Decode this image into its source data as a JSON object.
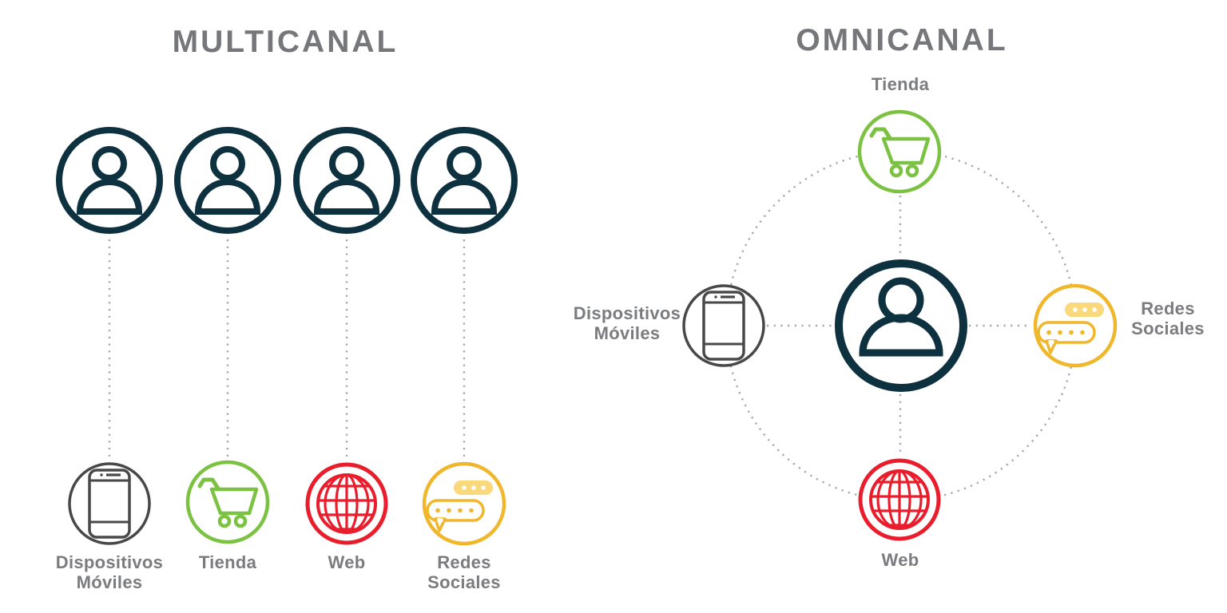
{
  "colors": {
    "background": "#ffffff",
    "navy": "#0e3140",
    "green": "#7cc242",
    "red": "#ea1d2c",
    "yellow": "#f1b72b",
    "yellow-light": "#f9d97c",
    "gray-icon": "#48484a",
    "gray-dotted": "#a5a7aa",
    "gray-text": "#7b7c7f",
    "gray-title": "#76777a"
  },
  "left": {
    "title": "MULTICANAL",
    "users_count": "4",
    "channels": [
      {
        "name": "dispositivos-moviles",
        "icon": "mobile-phone-icon",
        "lines": [
          "Dispositivos",
          "Móviles"
        ]
      },
      {
        "name": "tienda",
        "icon": "shopping-cart-icon",
        "lines": [
          "Tienda"
        ]
      },
      {
        "name": "web",
        "icon": "globe-web-icon",
        "lines": [
          "Web"
        ]
      },
      {
        "name": "redes-sociales",
        "icon": "chat-bubbles-icon",
        "lines": [
          "Redes",
          "Sociales"
        ]
      }
    ]
  },
  "right": {
    "title": "OMNICANAL",
    "center": {
      "name": "cliente",
      "icon": "user-icon"
    },
    "channels": [
      {
        "name": "tienda",
        "position": "top",
        "icon": "shopping-cart-icon",
        "lines": [
          "Tienda"
        ]
      },
      {
        "name": "redes-sociales",
        "position": "right",
        "icon": "chat-bubbles-icon",
        "lines": [
          "Redes",
          "Sociales"
        ]
      },
      {
        "name": "web",
        "position": "bottom",
        "icon": "globe-web-icon",
        "lines": [
          "Web"
        ]
      },
      {
        "name": "dispositivos-moviles",
        "position": "left",
        "icon": "mobile-phone-icon",
        "lines": [
          "Dispositivos",
          "Móviles"
        ]
      }
    ]
  }
}
